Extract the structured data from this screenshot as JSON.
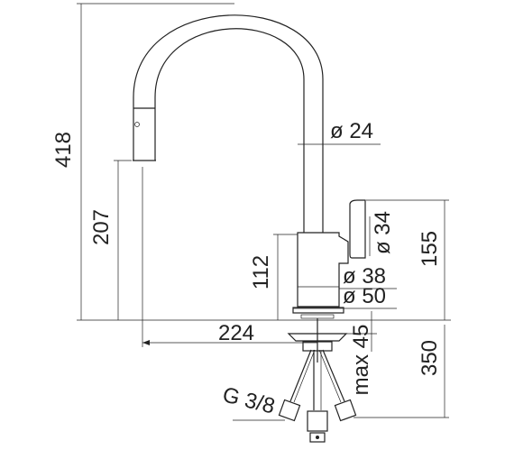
{
  "dimensions": {
    "total_height": "418",
    "spout_height": "207",
    "body_height": "112",
    "spout_reach": "224",
    "handle_height": "155",
    "max_deck": "max 45",
    "hose_length": "350"
  },
  "diameters": {
    "spout": "ø 24",
    "handle": "ø 34",
    "body_upper": "ø 38",
    "body_base": "ø 50"
  },
  "connection": {
    "thread": "G 3/8"
  }
}
